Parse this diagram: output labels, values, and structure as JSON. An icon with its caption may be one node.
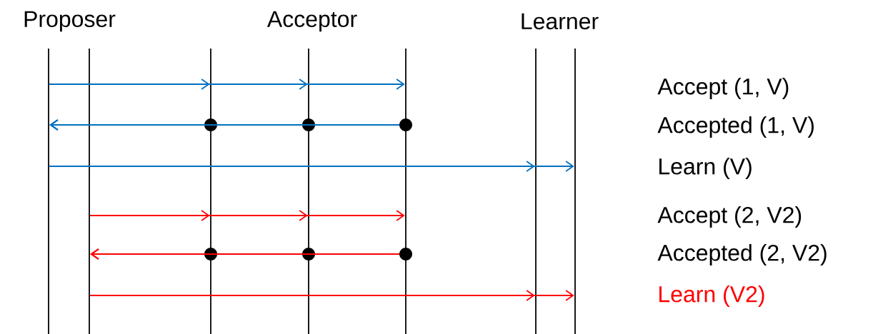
{
  "diagram": {
    "nodes": [
      {
        "text": [
          "Proposer"
        ]
      },
      {
        "text": [
          "Acceptor"
        ]
      },
      {
        "text": [
          "Learner"
        ]
      },
      {
        "text": [],
        "shape": "line"
      },
      {
        "text": [],
        "shape": "line"
      },
      {
        "text": [],
        "shape": "line"
      },
      {
        "text": [],
        "shape": "line"
      },
      {
        "text": [],
        "shape": "line"
      },
      {
        "text": [],
        "shape": "line"
      },
      {
        "text": [],
        "shape": "line"
      }
    ],
    "edges": [
      {
        "from": 3,
        "to": 5,
        "arrow": "to",
        "color": "#0070c0"
      },
      {
        "from": 3,
        "to": 6,
        "arrow": "to",
        "color": "#0070c0"
      },
      {
        "from": 3,
        "to": 7,
        "arrow": "to",
        "color": "#0070c0"
      },
      {
        "from": 5,
        "to": 3,
        "arrow": "to",
        "color": "#0070c0"
      },
      {
        "from": 6,
        "to": 3,
        "arrow": "to",
        "color": "#0070c0"
      },
      {
        "from": 7,
        "to": 3,
        "arrow": "to",
        "color": "#0070c0"
      },
      {
        "from": 3,
        "to": 8,
        "arrow": "to",
        "color": "#0070c0"
      },
      {
        "from": 3,
        "to": 9,
        "arrow": "to",
        "color": "#0070c0"
      },
      {
        "from": 4,
        "to": 5,
        "arrow": "to",
        "color": "#ff0000"
      },
      {
        "from": 4,
        "to": 6,
        "arrow": "to",
        "color": "#ff0000"
      },
      {
        "from": 4,
        "to": 7,
        "arrow": "to",
        "color": "#ff0000"
      },
      {
        "from": 5,
        "to": 4,
        "arrow": "to",
        "color": "#ff0000"
      },
      {
        "from": 6,
        "to": 4,
        "arrow": "to",
        "color": "#ff0000"
      },
      {
        "from": 7,
        "to": 4,
        "arrow": "to",
        "color": "#ff0000"
      },
      {
        "from": 4,
        "to": 8,
        "arrow": "to",
        "color": "#ff0000"
      },
      {
        "from": 4,
        "to": 9,
        "arrow": "to",
        "color": "#ff0000"
      }
    ],
    "labels": [
      "Accept (1, V)",
      "Accepted (1, V)",
      "Learn (V)",
      "Accept (2, V2)",
      "Accepted (2, V2)",
      "Learn (V2)"
    ]
  }
}
